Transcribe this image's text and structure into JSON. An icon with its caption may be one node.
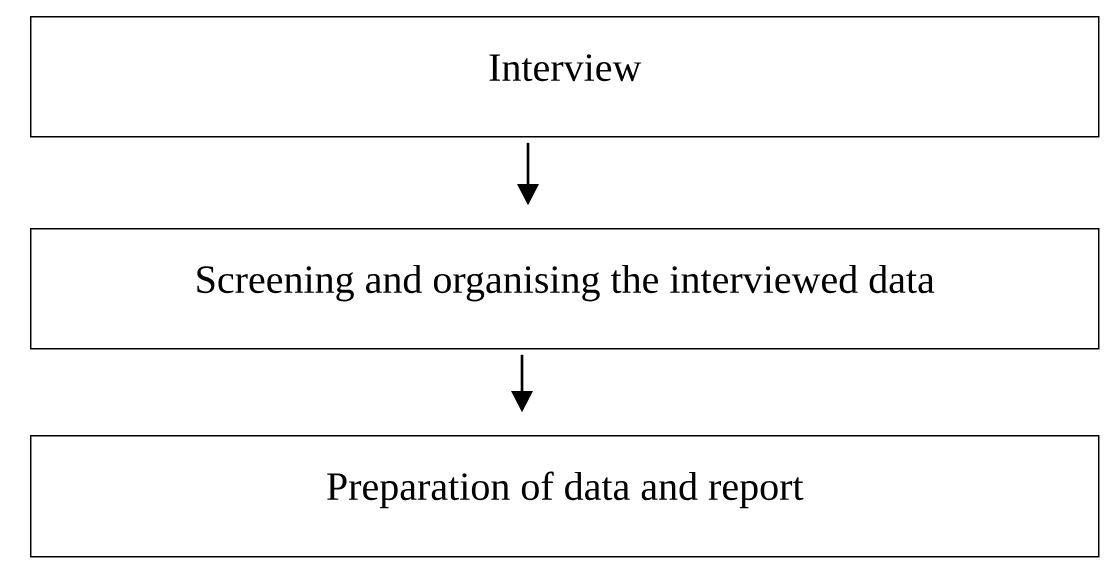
{
  "diagram": {
    "nodes": [
      {
        "text": [
          "Interview"
        ]
      },
      {
        "text": [
          "Screening and organising the interviewed data"
        ]
      },
      {
        "text": [
          "Preparation of data and report"
        ]
      }
    ],
    "edges": [
      {
        "from": 0,
        "to": 1,
        "arrow": "to"
      },
      {
        "from": 1,
        "to": 2,
        "arrow": "to"
      }
    ]
  }
}
